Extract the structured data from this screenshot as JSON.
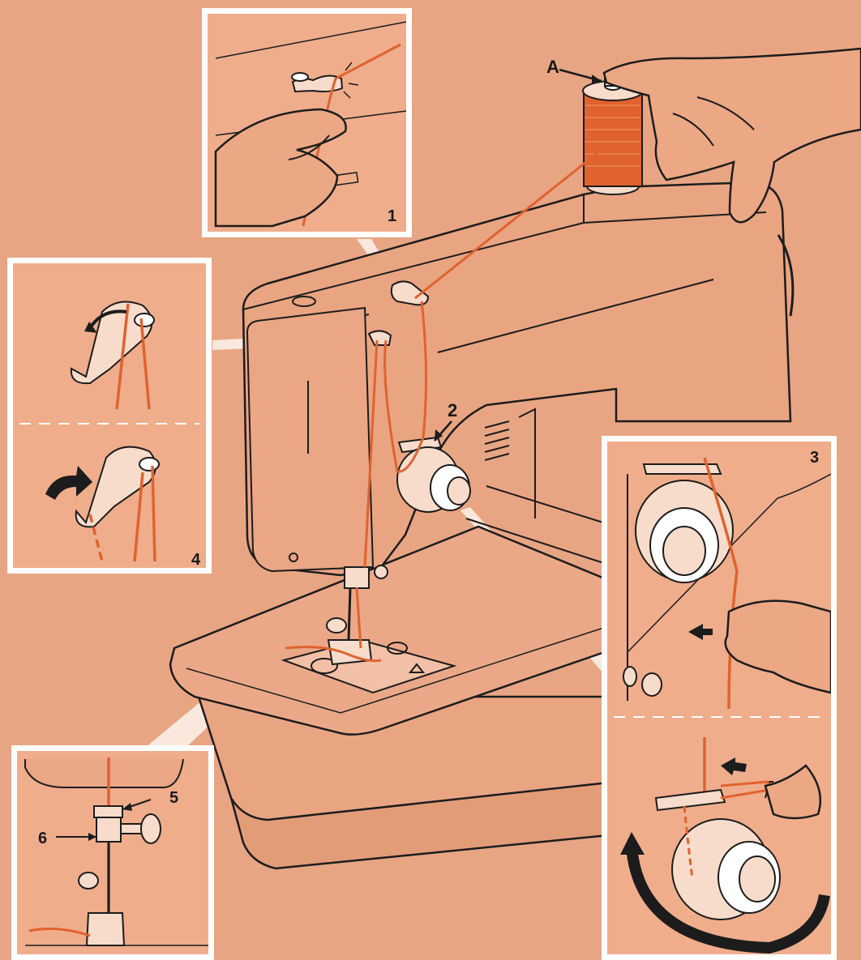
{
  "colors": {
    "background": "#e8a583",
    "inset_background": "#efad8c",
    "inset_border": "#ffffff",
    "thread": "#e0622f",
    "outline": "#1c1c1c",
    "machine_body": "#e9a482",
    "highlight": "#f7dccb"
  },
  "labels": {
    "spool": "A",
    "step1": "1",
    "step2": "2",
    "step3": "3",
    "step4": "4",
    "step5": "5",
    "step6": "6"
  },
  "icons": {
    "curved_arrow": "curved-arrow-icon",
    "pointer_arrow": "pointer-arrow-icon"
  }
}
